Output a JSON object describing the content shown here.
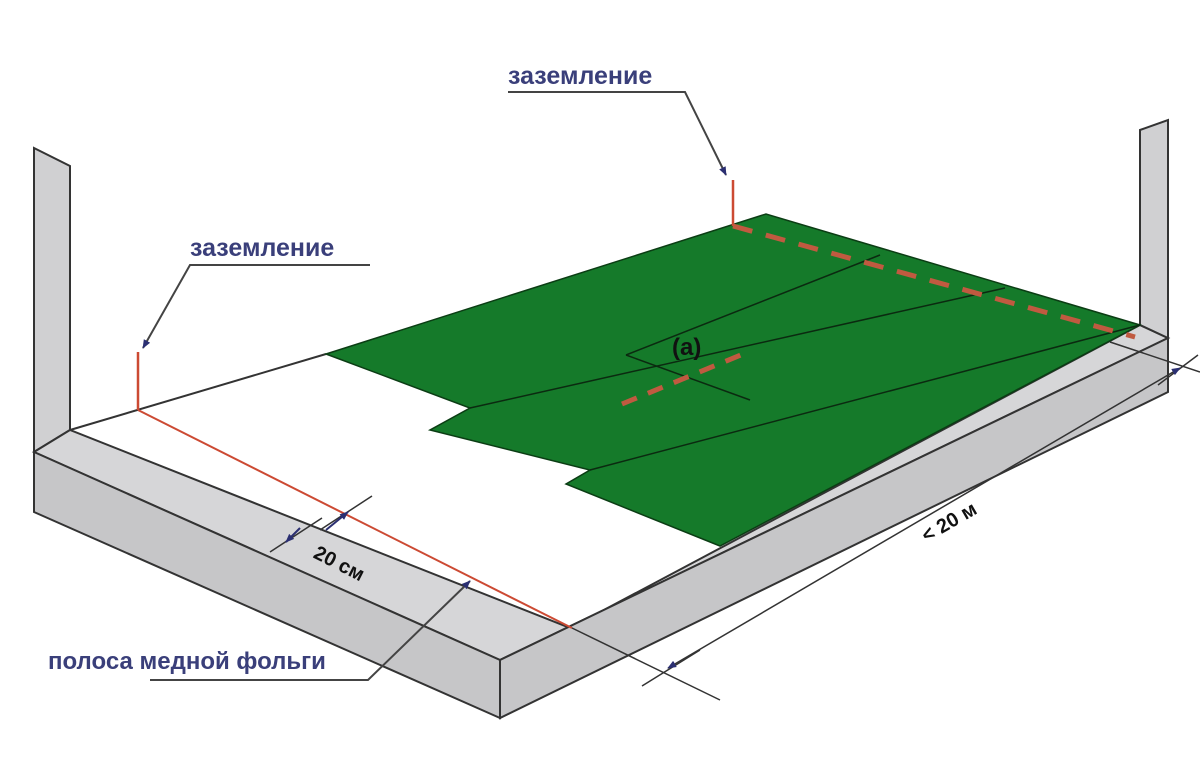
{
  "labels": {
    "grounding_top": "заземление",
    "grounding_left": "заземление",
    "copper_strip": "полоса медной фольги",
    "dim_20cm": "20 см",
    "dim_20m": "< 20 м",
    "section_marker": "(a)"
  },
  "colors": {
    "wall": "#d0d0d2",
    "green": "#157a2a",
    "copper": "#cc4a33",
    "arrow": "#2b2f72",
    "label": "#3a3f7a"
  }
}
